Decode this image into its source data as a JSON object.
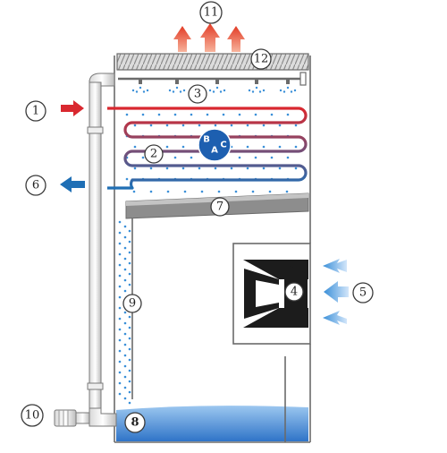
{
  "diagram": {
    "logo_text": [
      "B",
      "A",
      "C"
    ],
    "callouts": [
      {
        "id": "1",
        "label": "1"
      },
      {
        "id": "2",
        "label": "2"
      },
      {
        "id": "3",
        "label": "3"
      },
      {
        "id": "4",
        "label": "4"
      },
      {
        "id": "5",
        "label": "5"
      },
      {
        "id": "6",
        "label": "6"
      },
      {
        "id": "7",
        "label": "7"
      },
      {
        "id": "8",
        "label": "8"
      },
      {
        "id": "9",
        "label": "9"
      },
      {
        "id": "10",
        "label": "10"
      },
      {
        "id": "11",
        "label": "11"
      },
      {
        "id": "12",
        "label": "12"
      }
    ],
    "colors": {
      "hot_water": "#d9282f",
      "cool_water": "#1f6fb5",
      "air_arrow_in": "#3a8fd8",
      "air_arrow_out": "#e8442e",
      "basin_water": "#3d86d6",
      "casing": "#6b6b6b",
      "logo": "#1d5fb0"
    }
  }
}
